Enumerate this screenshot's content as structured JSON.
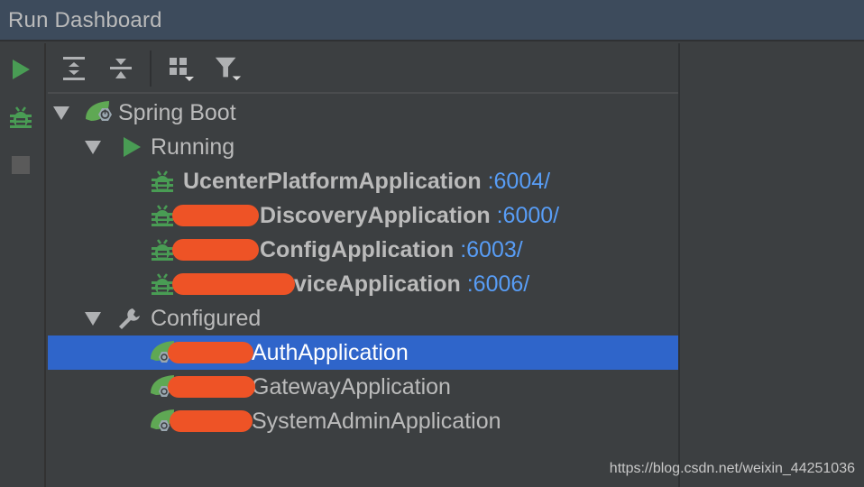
{
  "window": {
    "title": "Run Dashboard"
  },
  "side_toolbar": {
    "buttons": [
      {
        "name": "run",
        "icon": "play-icon",
        "color": "#499c54"
      },
      {
        "name": "debug",
        "icon": "bug-icon",
        "color": "#499c54"
      },
      {
        "name": "stop",
        "icon": "stop-icon",
        "color": "#5a5a5a"
      }
    ]
  },
  "top_toolbar": {
    "buttons": [
      {
        "name": "expand-all",
        "icon": "expand-all-icon"
      },
      {
        "name": "collapse-all",
        "icon": "collapse-all-icon"
      },
      {
        "name": "group-by",
        "icon": "group-icon"
      },
      {
        "name": "filter",
        "icon": "filter-icon"
      }
    ]
  },
  "tree": {
    "root": {
      "label": "Spring Boot",
      "icon": "spring-boot-icon",
      "expanded": true
    },
    "running": {
      "label": "Running",
      "icon": "play-icon",
      "expanded": true,
      "items": [
        {
          "name": "UcenterPlatformApplication",
          "port": ":6004/",
          "redacted": false
        },
        {
          "name": "DiscoveryApplication",
          "port": ":6000/",
          "redacted": true
        },
        {
          "name": "ConfigApplication",
          "port": ":6003/",
          "redacted": true
        },
        {
          "name": "viceApplication",
          "port": ":6006/",
          "redacted": true
        }
      ]
    },
    "configured": {
      "label": "Configured",
      "icon": "wrench-icon",
      "expanded": true,
      "items": [
        {
          "name": "AuthApplication",
          "selected": true,
          "redacted": true
        },
        {
          "name": "GatewayApplication",
          "selected": false,
          "redacted": true
        },
        {
          "name": "SystemAdminApplication",
          "selected": false,
          "redacted": true
        }
      ]
    }
  },
  "colors": {
    "accent_green": "#499c54",
    "port_blue": "#589df6",
    "selection": "#2f65ca",
    "redaction": "#ee5326"
  },
  "watermark": "https://blog.csdn.net/weixin_44251036"
}
